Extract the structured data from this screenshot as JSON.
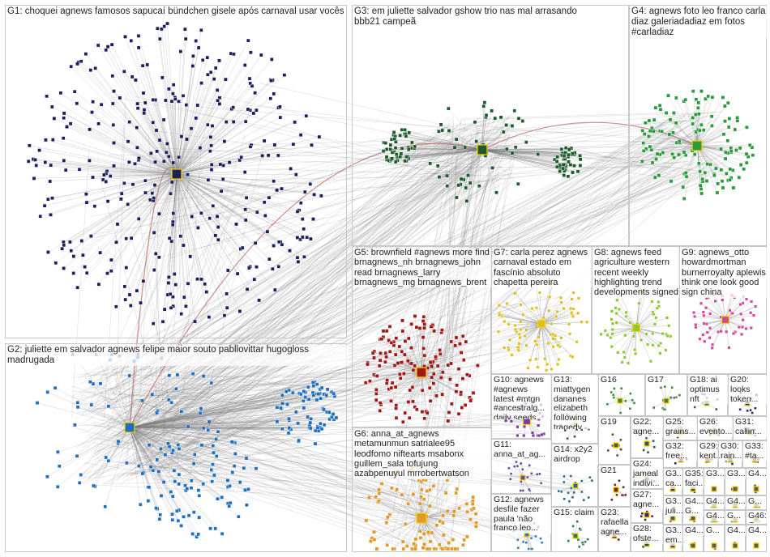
{
  "groups": [
    {
      "id": "G1",
      "label": "G1: choquei agnews famosos sapucaí bündchen gisele após carnaval usar vocês",
      "color": "#1b1f5e"
    },
    {
      "id": "G2",
      "label": "G2: juliette em salvador agnews felipe maior souto pabllovittar hugogloss madrugada",
      "color": "#1f6fc0"
    },
    {
      "id": "G3",
      "label": "G3: em juliette salvador gshow trio nas mal arrasando bbb21 campeã",
      "color": "#1d5a2e"
    },
    {
      "id": "G4",
      "label": "G4: agnews foto leo franco carla diaz galeriadadiaz em fotos #carladiaz",
      "color": "#2a9a3c"
    },
    {
      "id": "G5",
      "label": "G5: brownfield #agnews more find brnagnews_nh brnagnews_john read brnagnews_larry brnagnews_mg brnagnews_brent",
      "color": "#a01818"
    },
    {
      "id": "G6",
      "label": "G6: anna_at_agnews metamunmun satrialee95 leodfomo niftearts msabonx guillem_sala tofujung azabpenuyul mrrobertwatson",
      "color": "#e09a2a"
    },
    {
      "id": "G7",
      "label": "G7: carla perez agnews carnaval estado em fascínio absoluto chapetta pereira",
      "color": "#e0c020"
    },
    {
      "id": "G8",
      "label": "G8: agnews feed agriculture western recent weekly highlighting trend developments signed",
      "color": "#8fc83a"
    },
    {
      "id": "G9",
      "label": "G9: agnews_otto howardmortman burnerroyalty aplewis think one look good sign china",
      "color": "#d04aa0"
    },
    {
      "id": "G10",
      "label": "G10: agnews #agnews latest #mtgn #ancestralg... daily seeds...",
      "color": "#7a3aa0"
    },
    {
      "id": "G11",
      "label": "G11: anna_at_ag...",
      "color": "#6a4aa0"
    },
    {
      "id": "G12",
      "label": "G12: agnews desfile fazer paula 'não franco leo...",
      "color": "#3a7ab0"
    },
    {
      "id": "G13",
      "label": "G13: miattygen dananes elizabeth following tragedy...",
      "color": "#505050"
    },
    {
      "id": "G14",
      "label": "G14: x2y2 airdrop",
      "color": "#2a6a8a"
    },
    {
      "id": "G15",
      "label": "G15: claim",
      "color": "#2a7a5a"
    },
    {
      "id": "G16",
      "label": "G16",
      "color": "#3a8a3a"
    },
    {
      "id": "G17",
      "label": "G17",
      "color": "#4a7a4a"
    },
    {
      "id": "G18",
      "label": "G18: ai optimus nft",
      "color": "#2a5a8a"
    },
    {
      "id": "G19",
      "label": "G19",
      "color": "#5a5a2a"
    },
    {
      "id": "G20",
      "label": "G20: looks token...",
      "color": "#2a2a6a"
    },
    {
      "id": "G21",
      "label": "G21",
      "color": "#6a2a2a"
    },
    {
      "id": "G22",
      "label": "G22: agne... hurre...",
      "color": "#2a5a5a"
    },
    {
      "id": "G23",
      "label": "G23: rafaella agne...",
      "color": "#5a2a5a"
    },
    {
      "id": "G24",
      "label": "G24: jameal indivi...",
      "color": "#2a3a6a"
    },
    {
      "id": "G25",
      "label": "G25: grains...",
      "color": "#5a4a2a"
    },
    {
      "id": "G26",
      "label": "G26: evento...",
      "color": "#2a5a2a"
    },
    {
      "id": "G27",
      "label": "G27: agne...",
      "color": "#3a2a5a"
    },
    {
      "id": "G28",
      "label": "G28: ofste...",
      "color": "#2a4a4a"
    },
    {
      "id": "G29",
      "label": "G29: kent...",
      "color": "#4a2a3a"
    },
    {
      "id": "G30",
      "label": "G30: rain...",
      "color": "#2a3a3a"
    },
    {
      "id": "G31",
      "label": "G31: callin...",
      "color": "#3a3a2a"
    },
    {
      "id": "G32",
      "label": "G32: free...",
      "color": "#2a2a4a"
    },
    {
      "id": "G33",
      "label": "G33: #ta...",
      "color": "#4a3a2a"
    },
    {
      "id": "G34",
      "label": "G3... ca...",
      "color": "#3a4a5a"
    },
    {
      "id": "G35",
      "label": "G35: faci...",
      "color": "#4a4a5a"
    },
    {
      "id": "G36",
      "label": "G3...",
      "color": "#5a5a5a"
    },
    {
      "id": "G37",
      "label": "G3...",
      "color": "#5a5a5a"
    },
    {
      "id": "G38",
      "label": "G4...",
      "color": "#5a5a5a"
    },
    {
      "id": "G39",
      "label": "G3... juli...",
      "color": "#5a5a5a"
    },
    {
      "id": "G40",
      "label": "G4... G...",
      "color": "#5a5a5a"
    },
    {
      "id": "G41",
      "label": "G4...",
      "color": "#5a5a5a"
    },
    {
      "id": "G42",
      "label": "G4...",
      "color": "#5a5a5a"
    },
    {
      "id": "G43",
      "label": "G...",
      "color": "#5a5a5a"
    },
    {
      "id": "G44",
      "label": "G4...",
      "color": "#5a5a5a"
    },
    {
      "id": "G45",
      "label": "G...",
      "color": "#5a5a5a"
    },
    {
      "id": "G46",
      "label": "G46: G...",
      "color": "#5a5a5a"
    },
    {
      "id": "G47",
      "label": "G3... em...",
      "color": "#5a5a5a"
    },
    {
      "id": "G48",
      "label": "G4...",
      "color": "#5a5a5a"
    },
    {
      "id": "G49",
      "label": "G...",
      "color": "#5a5a5a"
    },
    {
      "id": "G50",
      "label": "G4...",
      "color": "#5a5a5a"
    },
    {
      "id": "G51",
      "label": "G4...",
      "color": "#5a5a5a"
    }
  ]
}
